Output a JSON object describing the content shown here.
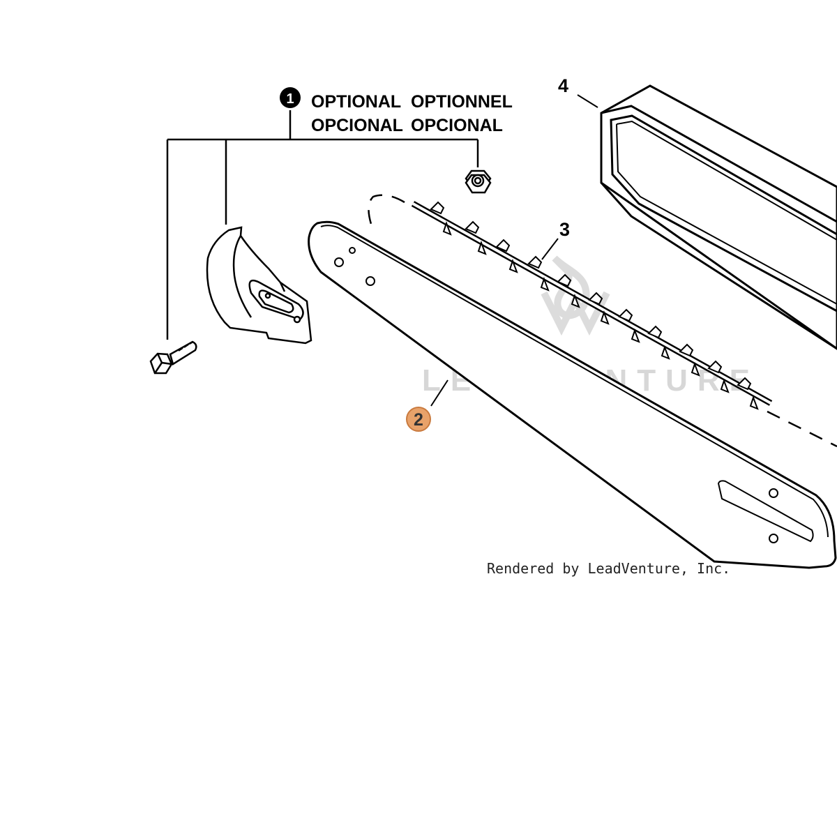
{
  "optional_note": {
    "marker": "1",
    "lines": [
      [
        "OPTIONAL",
        "OPTIONNEL"
      ],
      [
        "OPCIONAL",
        "OPCIONAL"
      ]
    ]
  },
  "callouts": {
    "bar": "2",
    "chain": "3",
    "scabbard": "4"
  },
  "credit": "Rendered by LeadVenture, Inc.",
  "watermark": "LEADVENTURE",
  "colors": {
    "highlight_fill": "#e8a26a",
    "highlight_stroke": "#c97a3e",
    "line": "#000000"
  }
}
